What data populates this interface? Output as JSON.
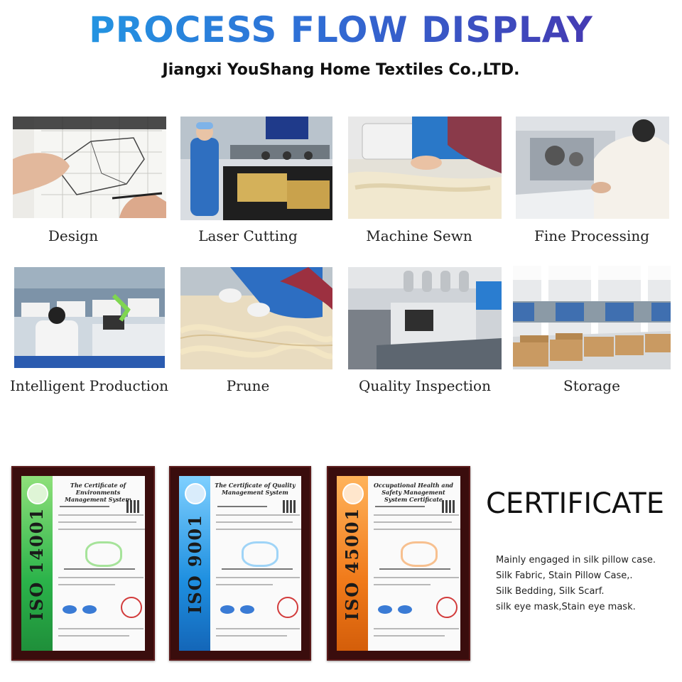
{
  "header": {
    "title": "PROCESS FLOW DISPLAY",
    "subtitle": "Jiangxi YouShang Home Textiles Co.,LTD."
  },
  "steps": [
    {
      "label": "Design"
    },
    {
      "label": "Laser Cutting"
    },
    {
      "label": "Machine Sewn"
    },
    {
      "label": "Fine Processing"
    },
    {
      "label": "Intelligent Production"
    },
    {
      "label": "Prune"
    },
    {
      "label": "Quality Inspection"
    },
    {
      "label": "Storage"
    }
  ],
  "certificates": [
    {
      "standard": "ISO 14001",
      "heading": "The Certificate of Environments Management System",
      "accent": "#2bb34a"
    },
    {
      "standard": "ISO 9001",
      "heading": "The Certificate of Quality Management System",
      "accent": "#1e8fe0"
    },
    {
      "standard": "ISO 45001",
      "heading": "Occupational Health and Safety Management System Certificate",
      "accent": "#f07a1a"
    }
  ],
  "certificate_section": {
    "heading": "CERTIFICATE",
    "lines": [
      "Mainly engaged in silk pillow case.",
      "Silk Fabric, Stain Pillow Case,.",
      "Silk Bedding, Silk Scarf.",
      "silk eye mask,Stain eye mask."
    ]
  }
}
